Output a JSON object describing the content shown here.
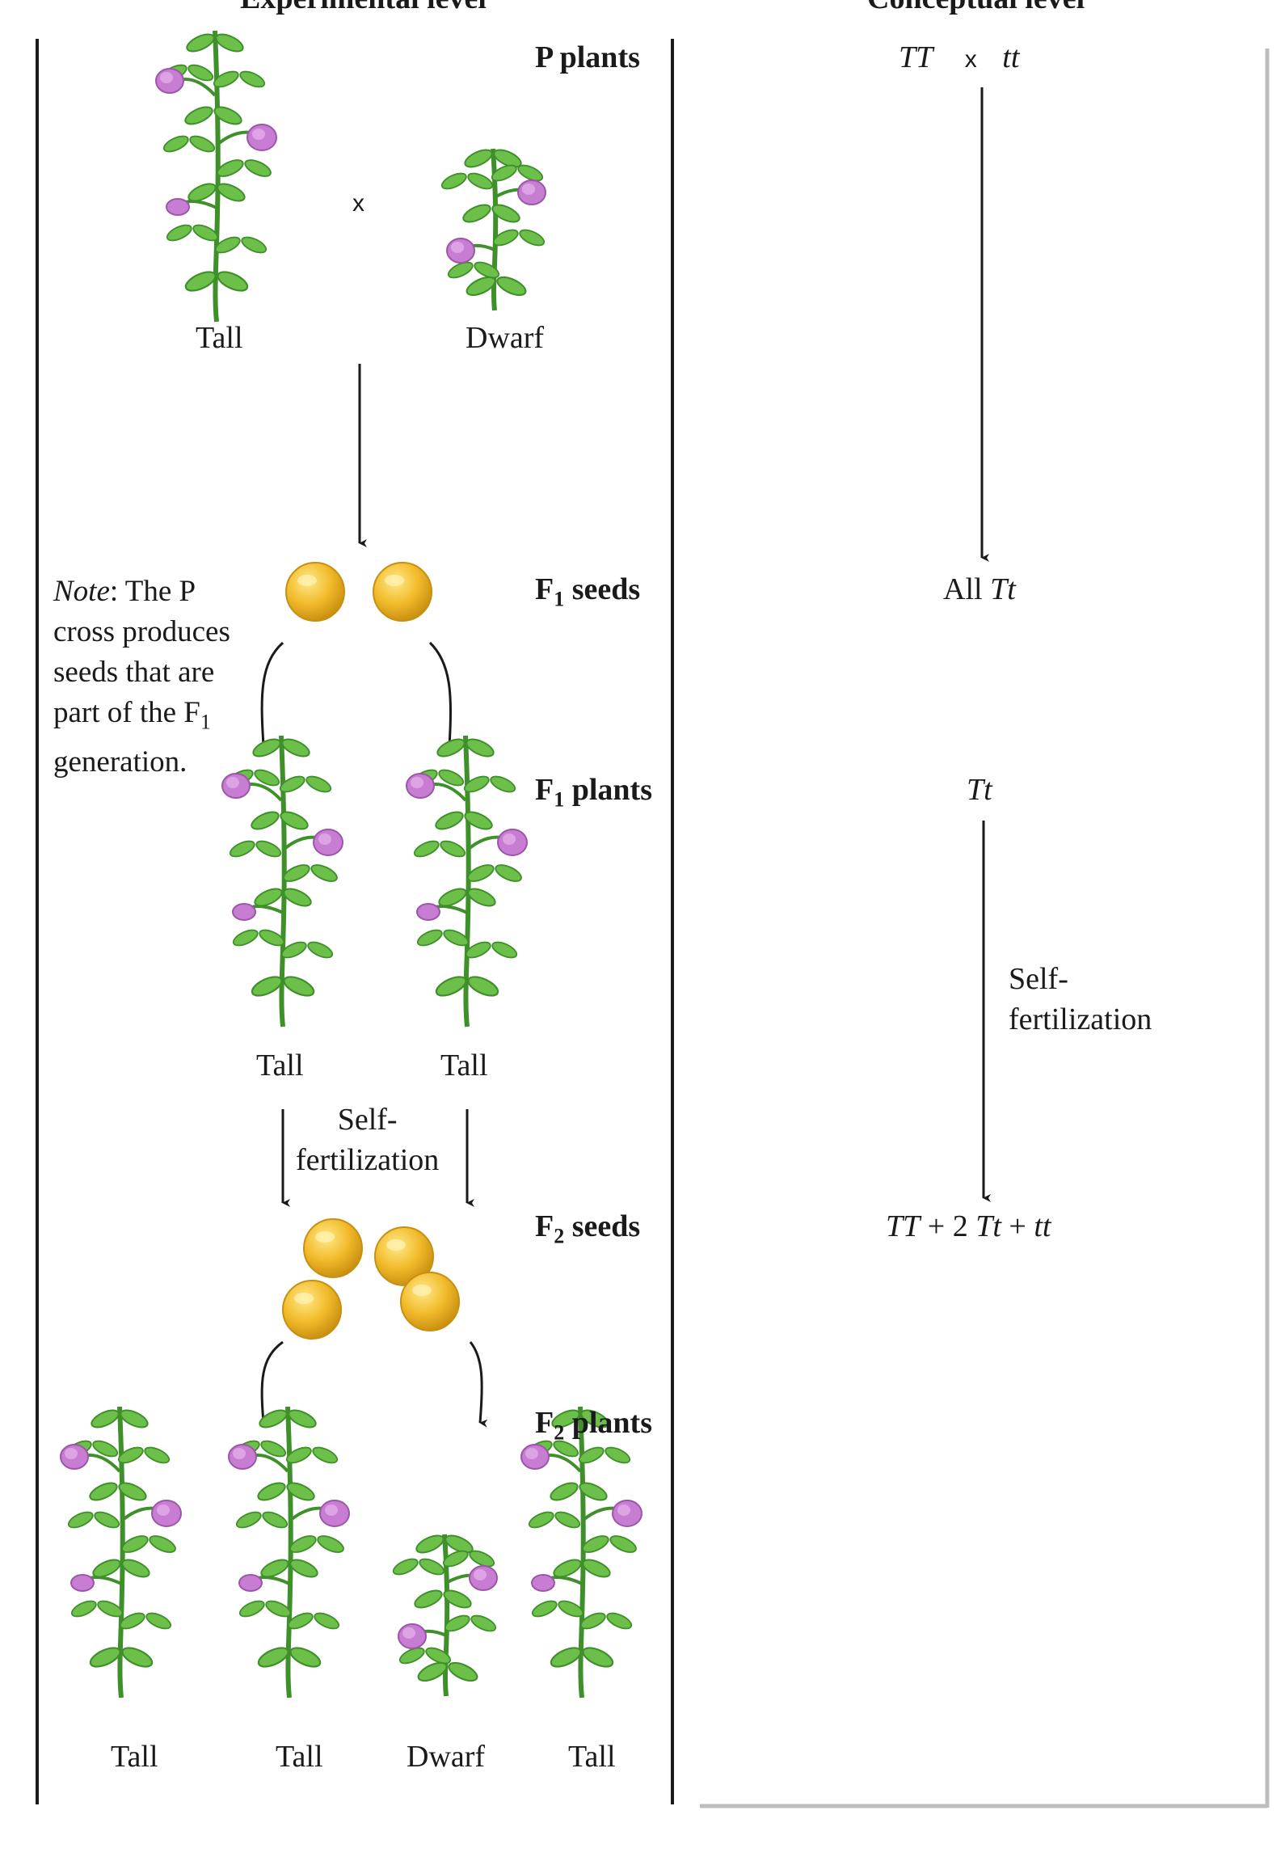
{
  "headers": {
    "left": "Experimental level",
    "right": "Conceptual level"
  },
  "experimental": {
    "p_label": "P plants",
    "p_cross_symbol": "x",
    "p_left_plant": "Tall",
    "p_right_plant": "Dwarf",
    "f1_seeds_label_main": "F",
    "f1_seeds_label_sub": "1",
    "f1_seeds_label_rest": " seeds",
    "note_italic": "Note",
    "note_line1_rest": ":  The P",
    "note_line2": "cross produces",
    "note_line3": "seeds that are",
    "note_line4_main": "part of the F",
    "note_line4_sub": "1",
    "note_line5": "generation.",
    "f1_plants_label_main": "F",
    "f1_plants_label_sub": "1",
    "f1_plants_label_rest": " plants",
    "f1_left_plant": "Tall",
    "f1_right_plant": "Tall",
    "self_fert_line1": "Self-",
    "self_fert_line2": "fertilization",
    "f2_seeds_label_main": "F",
    "f2_seeds_label_sub": "2",
    "f2_seeds_label_rest": " seeds",
    "f2_plants_label_main": "F",
    "f2_plants_label_sub": "2",
    "f2_plants_label_rest": " plants",
    "f2_plants": [
      "Tall",
      "Tall",
      "Dwarf",
      "Tall"
    ]
  },
  "conceptual": {
    "p_left_genotype": "TT",
    "p_cross_symbol": "x",
    "p_right_genotype": "tt",
    "f1_all_prefix": "All ",
    "f1_all_genotype": "Tt",
    "f1_plant_genotype": "Tt",
    "self_fert_line1": "Self-",
    "self_fert_line2": "fertilization",
    "f2_g1": "TT",
    "f2_plus1": " + 2 ",
    "f2_g2": "Tt",
    "f2_plus2": " + ",
    "f2_g3": "tt"
  },
  "colors": {
    "stem": "#3f8f2b",
    "leaf": "#6cc04a",
    "leaf_dark": "#3f8f2b",
    "flower": "#c77dd2",
    "seed": "#f2bc2c",
    "seed_edge": "#c98f10",
    "rule": "#1a1a1a",
    "panel_shadow": "#bdbdbd"
  }
}
